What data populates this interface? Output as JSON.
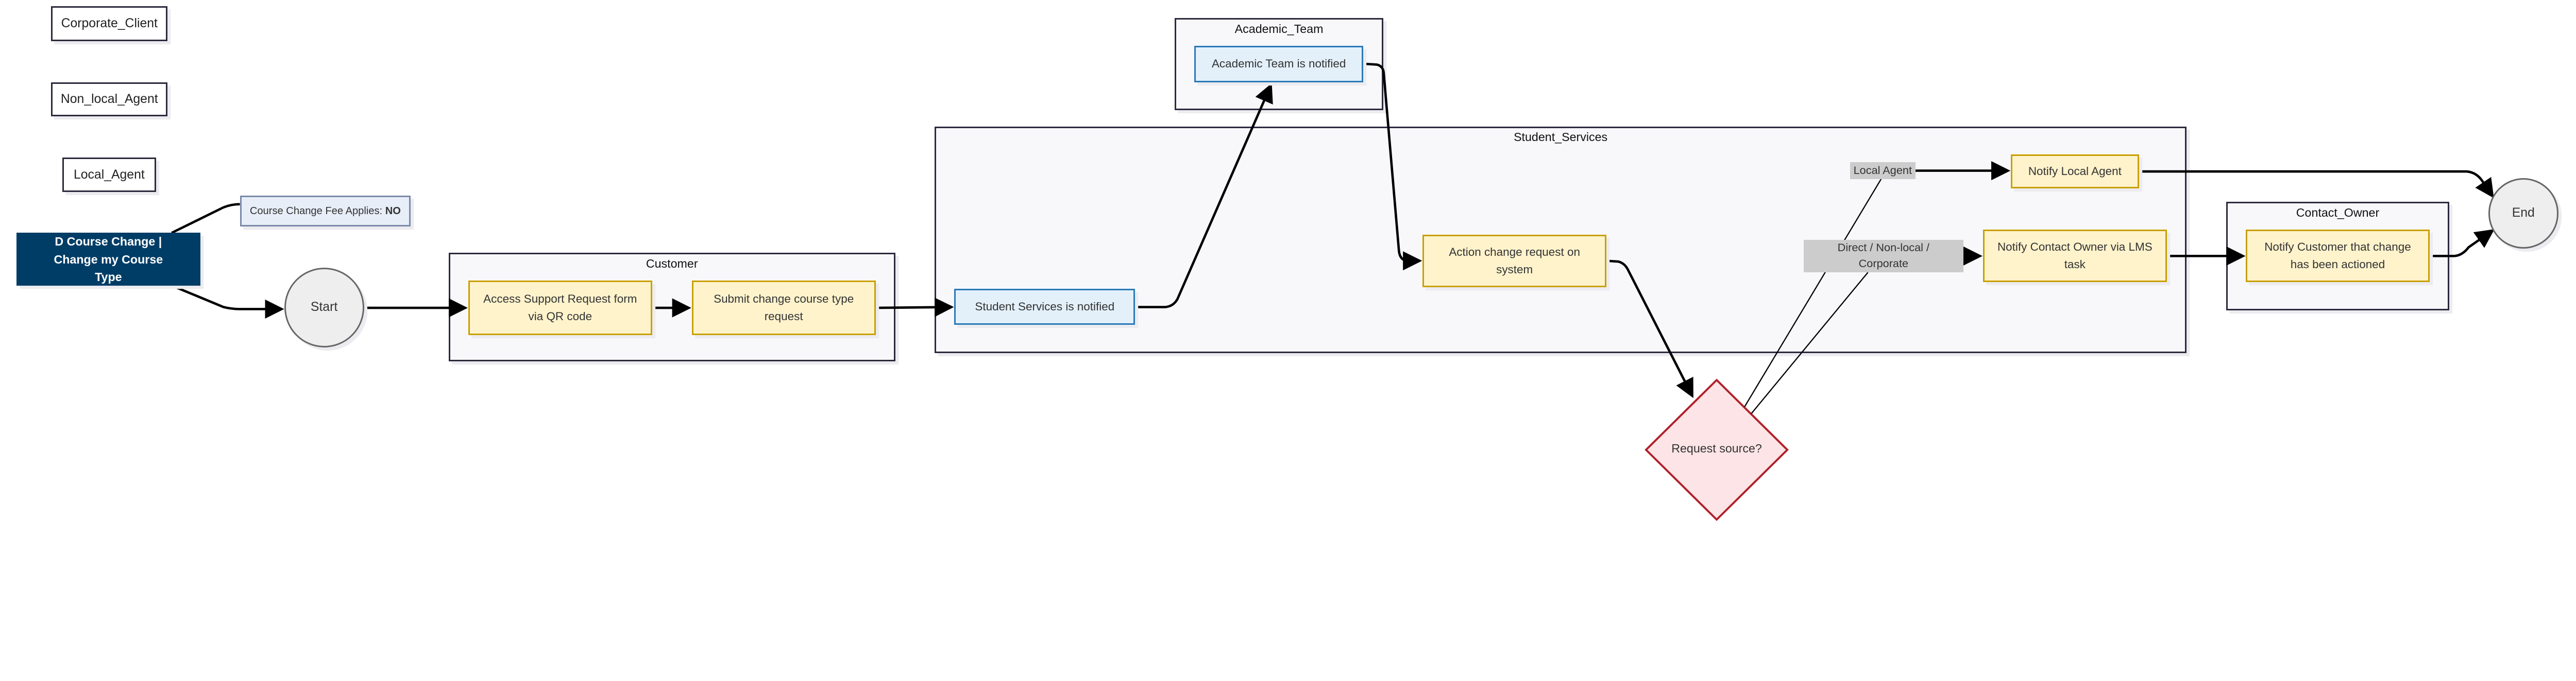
{
  "colors": {
    "title_fill": "#003d66",
    "task_fill": "#fff3cc",
    "task_border": "#c9a000",
    "notified_fill": "#e3f0fa",
    "notified_border": "#2a7ab8",
    "decision_fill": "#fde4e6",
    "decision_border": "#b0202a",
    "cluster_fill": "#f8f8fb",
    "note_fill": "#e8eef8"
  },
  "legend": {
    "corporate_client": "Corporate_Client",
    "non_local_agent": "Non_local_Agent",
    "local_agent": "Local_Agent"
  },
  "title_node": {
    "label": "D Course Change | Change my Course Type"
  },
  "note": {
    "text": "Course Change Fee Applies: ",
    "value": "NO"
  },
  "start": "Start",
  "end": "End",
  "clusters": {
    "customer": {
      "title": "Customer",
      "nodes": [
        "Access Support Request form via QR code",
        "Submit change course type request"
      ]
    },
    "academic_team": {
      "title": "Academic_Team",
      "nodes": [
        "Academic Team is notified"
      ]
    },
    "student_services": {
      "title": "Student_Services",
      "nodes": [
        "Student Services is notified",
        "Action change request on system",
        "Notify Local Agent",
        "Notify Contact Owner via LMS task"
      ]
    },
    "contact_owner": {
      "title": "Contact_Owner",
      "nodes": [
        "Notify Customer that change has been actioned"
      ]
    }
  },
  "decision": "Request source?",
  "edge_labels": {
    "local": "Local Agent",
    "other": "Direct / Non-local / Corporate"
  }
}
